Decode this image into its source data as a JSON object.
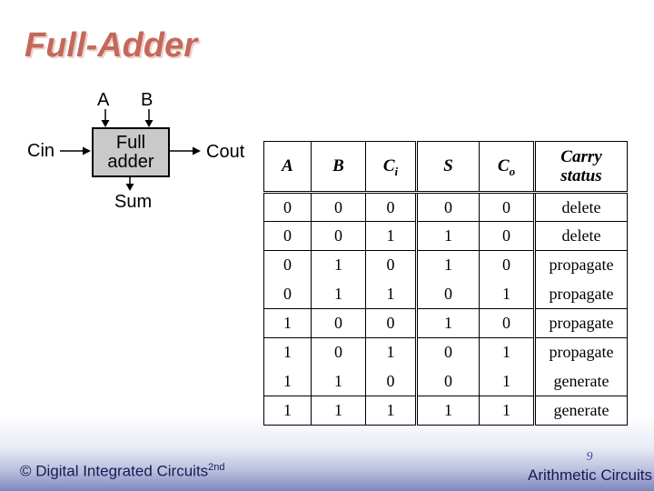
{
  "slide": {
    "title": "Full-Adder"
  },
  "diagram": {
    "input_a": "A",
    "input_b": "B",
    "input_carry": "Cin",
    "output_carry": "Cout",
    "output_sum": "Sum",
    "block_line1": "Full",
    "block_line2": "adder"
  },
  "truth_table": {
    "columns": [
      {
        "text": "A"
      },
      {
        "text": "B"
      },
      {
        "text": "C",
        "sub": "i"
      },
      {
        "text": "S"
      },
      {
        "text": "C",
        "sub": "o"
      },
      {
        "line1": "Carry",
        "line2": "status"
      }
    ],
    "rows": [
      [
        "0",
        "0",
        "0",
        "0",
        "0",
        "delete"
      ],
      [
        "0",
        "0",
        "1",
        "1",
        "0",
        "delete"
      ],
      [
        "0",
        "1",
        "0",
        "1",
        "0",
        "propagate"
      ],
      [
        "0",
        "1",
        "1",
        "0",
        "1",
        "propagate"
      ],
      [
        "1",
        "0",
        "0",
        "1",
        "0",
        "propagate"
      ],
      [
        "1",
        "0",
        "1",
        "0",
        "1",
        "propagate"
      ],
      [
        "1",
        "1",
        "0",
        "0",
        "1",
        "generate"
      ],
      [
        "1",
        "1",
        "1",
        "1",
        "1",
        "generate"
      ]
    ]
  },
  "footer": {
    "left_text": "© Digital Integrated Circuits",
    "left_sup": "2nd",
    "page_number": "9",
    "right_text": "Arithmetic Circuits"
  },
  "colors": {
    "title": "#c4685c",
    "footer_text": "#191952",
    "page_number": "#4646a0",
    "gradient_bottom": "#7e86bf",
    "block_fill": "#c9c9c9"
  }
}
